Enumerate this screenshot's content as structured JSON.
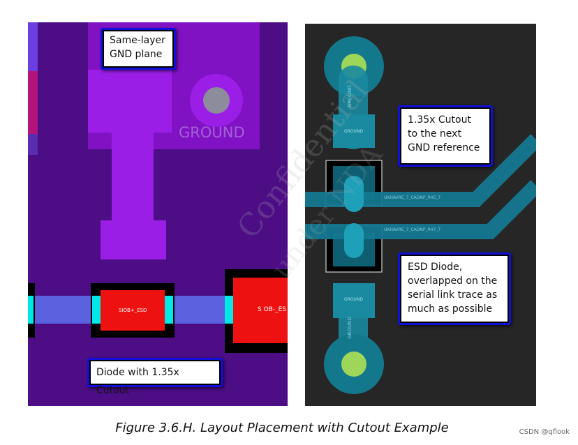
{
  "left_panel": {
    "callout_gnd": "Same-layer\nGND plane",
    "callout_diode": "Diode with 1.35x Cutout",
    "ground_label": "GROUND",
    "pad1_label": "SIOB+_ESD",
    "pad2_label": "S OB-_ES"
  },
  "right_panel": {
    "callout_cutout": "1.35x Cutout\nto the next\nGND reference",
    "callout_esd": "ESD Diode,\noverlapped on the\nserial link trace as\nmuch as possible",
    "ground_top_vertical": "GROUND",
    "ground_top_pad": "GROUND",
    "ground_bottom_pad": "GROUND",
    "ground_bottom_vertical": "GROUND",
    "trace1_label": "UKHAVRE_7_CADNP_R45_7",
    "trace2_label": "UKHAVRE_7_CADNP_R47_7"
  },
  "caption": "Figure 3.6.H. Layout Placement with Cutout Example",
  "credit": "CSDN @qflook",
  "watermark": "Confidential",
  "watermark2": "under NDA",
  "colors": {
    "left_bg": "#4c0d85",
    "gnd_purple": "#9a1ee6",
    "trace_blue": "#5a62e0",
    "pad_red": "#ee1111",
    "right_bg": "#262626",
    "teal": "#147c90",
    "green_dot": "#9ed65a",
    "callout_border": "#1010d8"
  }
}
